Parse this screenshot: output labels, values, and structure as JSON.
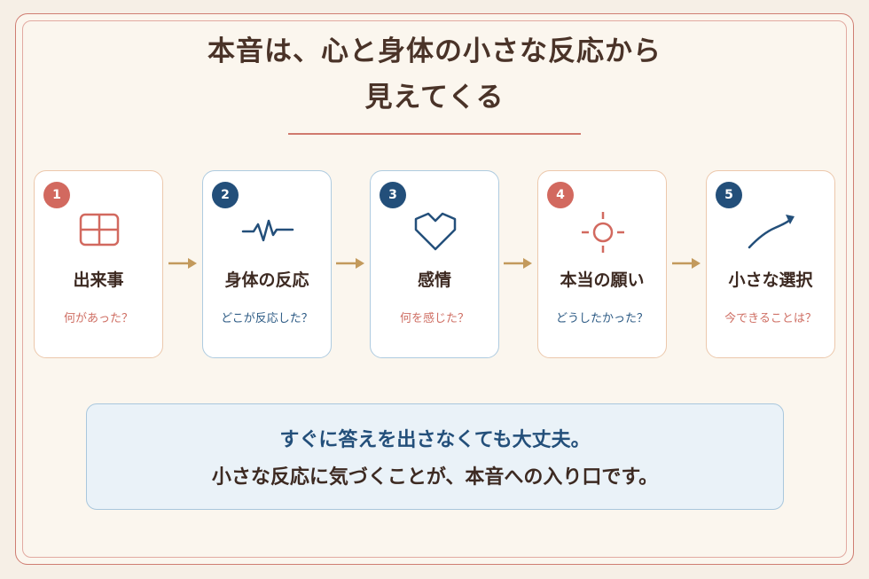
{
  "title": {
    "line1": "本音は、心と身体の小さな反応から",
    "line2": "見えてくる"
  },
  "steps": [
    {
      "number": "1",
      "title": "出来事",
      "question": "何があった？",
      "icon": "grid-window-icon",
      "accent": "#d2695f"
    },
    {
      "number": "2",
      "title": "身体の反応",
      "question": "どこが反応した？",
      "icon": "heartbeat-icon",
      "accent": "#234f7a"
    },
    {
      "number": "3",
      "title": "感情",
      "question": "何を感じた？",
      "icon": "heart-outline-icon",
      "accent": "#234f7a"
    },
    {
      "number": "4",
      "title": "本当の願い",
      "question": "どうしたかった？",
      "icon": "crosshair-icon",
      "accent": "#d2695f"
    },
    {
      "number": "5",
      "title": "小さな選択",
      "question": "今できることは？",
      "icon": "trend-up-arrow-icon",
      "accent": "#234f7a"
    }
  ],
  "message": {
    "line1": "すぐに答えを出さなくても大丈夫。",
    "line2": "小さな反応に気づくことが、本音への入り口です。"
  },
  "colors": {
    "coral": "#d2695f",
    "navy": "#234f7a",
    "arrow": "#c39a5c",
    "text_dark": "#3d2a22"
  }
}
